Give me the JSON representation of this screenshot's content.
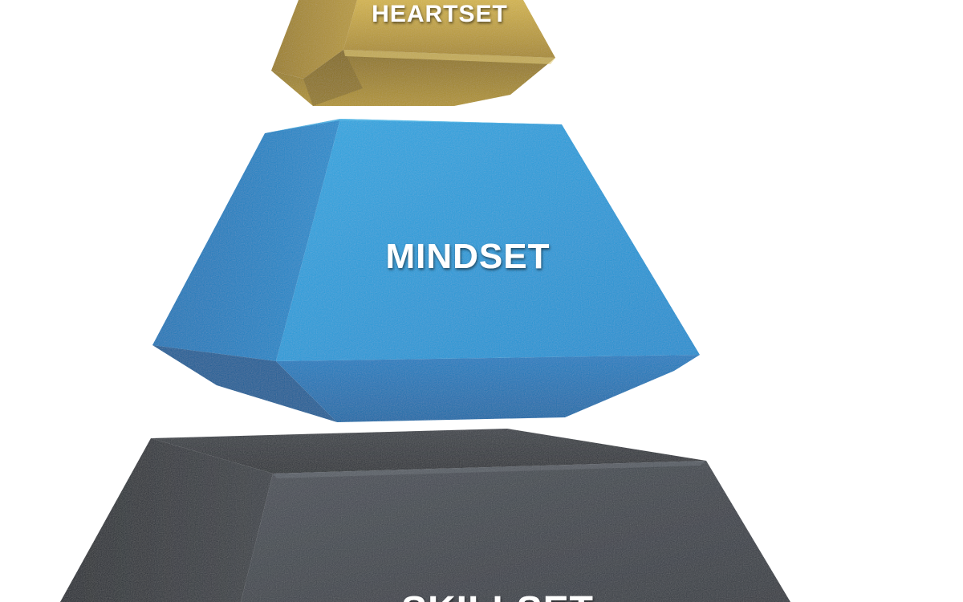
{
  "layers": [
    {
      "label": "HEARTSET",
      "color": "#b89a3a"
    },
    {
      "label": "MINDSET",
      "color": "#1f9ad6"
    },
    {
      "label": "SKILLSET",
      "color": "#3a4048"
    }
  ],
  "background": "#ffffff"
}
